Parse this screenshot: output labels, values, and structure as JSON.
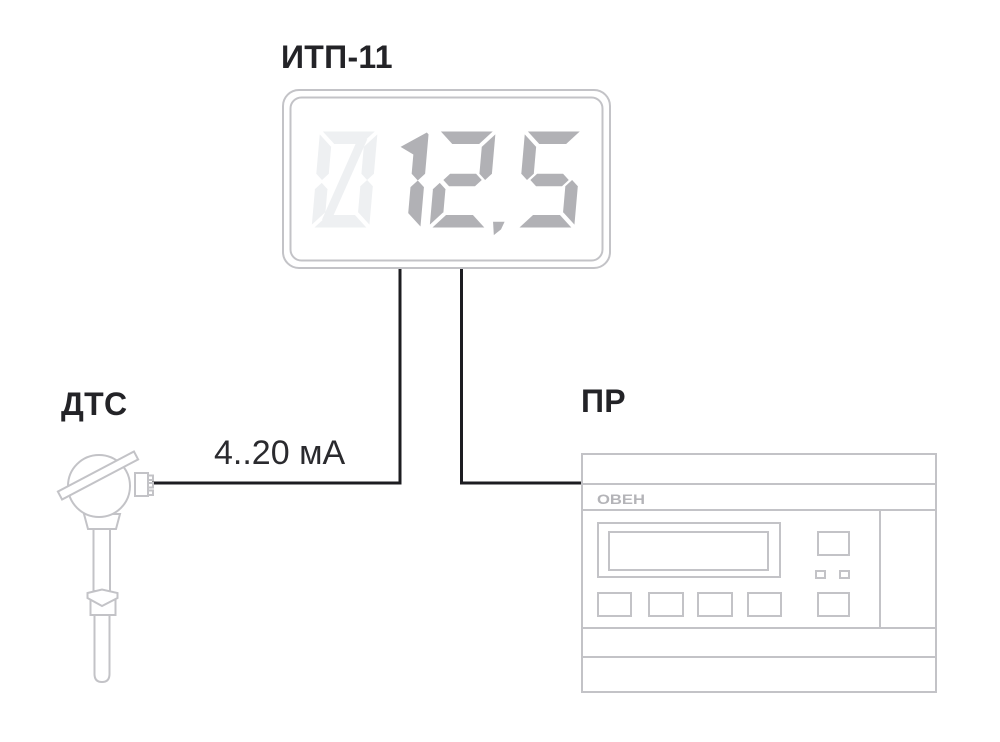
{
  "diagram": {
    "indicator": {
      "label": "ИТП-11",
      "display_value": "012.5",
      "dim_digit_count": 1
    },
    "sensor": {
      "label": "ДТС"
    },
    "signal": {
      "label": "4..20 мА"
    },
    "controller": {
      "label": "ПР",
      "brand": "ОВЕН"
    }
  },
  "colors": {
    "ink": "#232327",
    "wire": "#1d1d21",
    "device_lineart": "#c3c3c7",
    "digit_active": "#b1b1b5",
    "digit_ghost": "#eef0f2",
    "background": "#ffffff"
  }
}
